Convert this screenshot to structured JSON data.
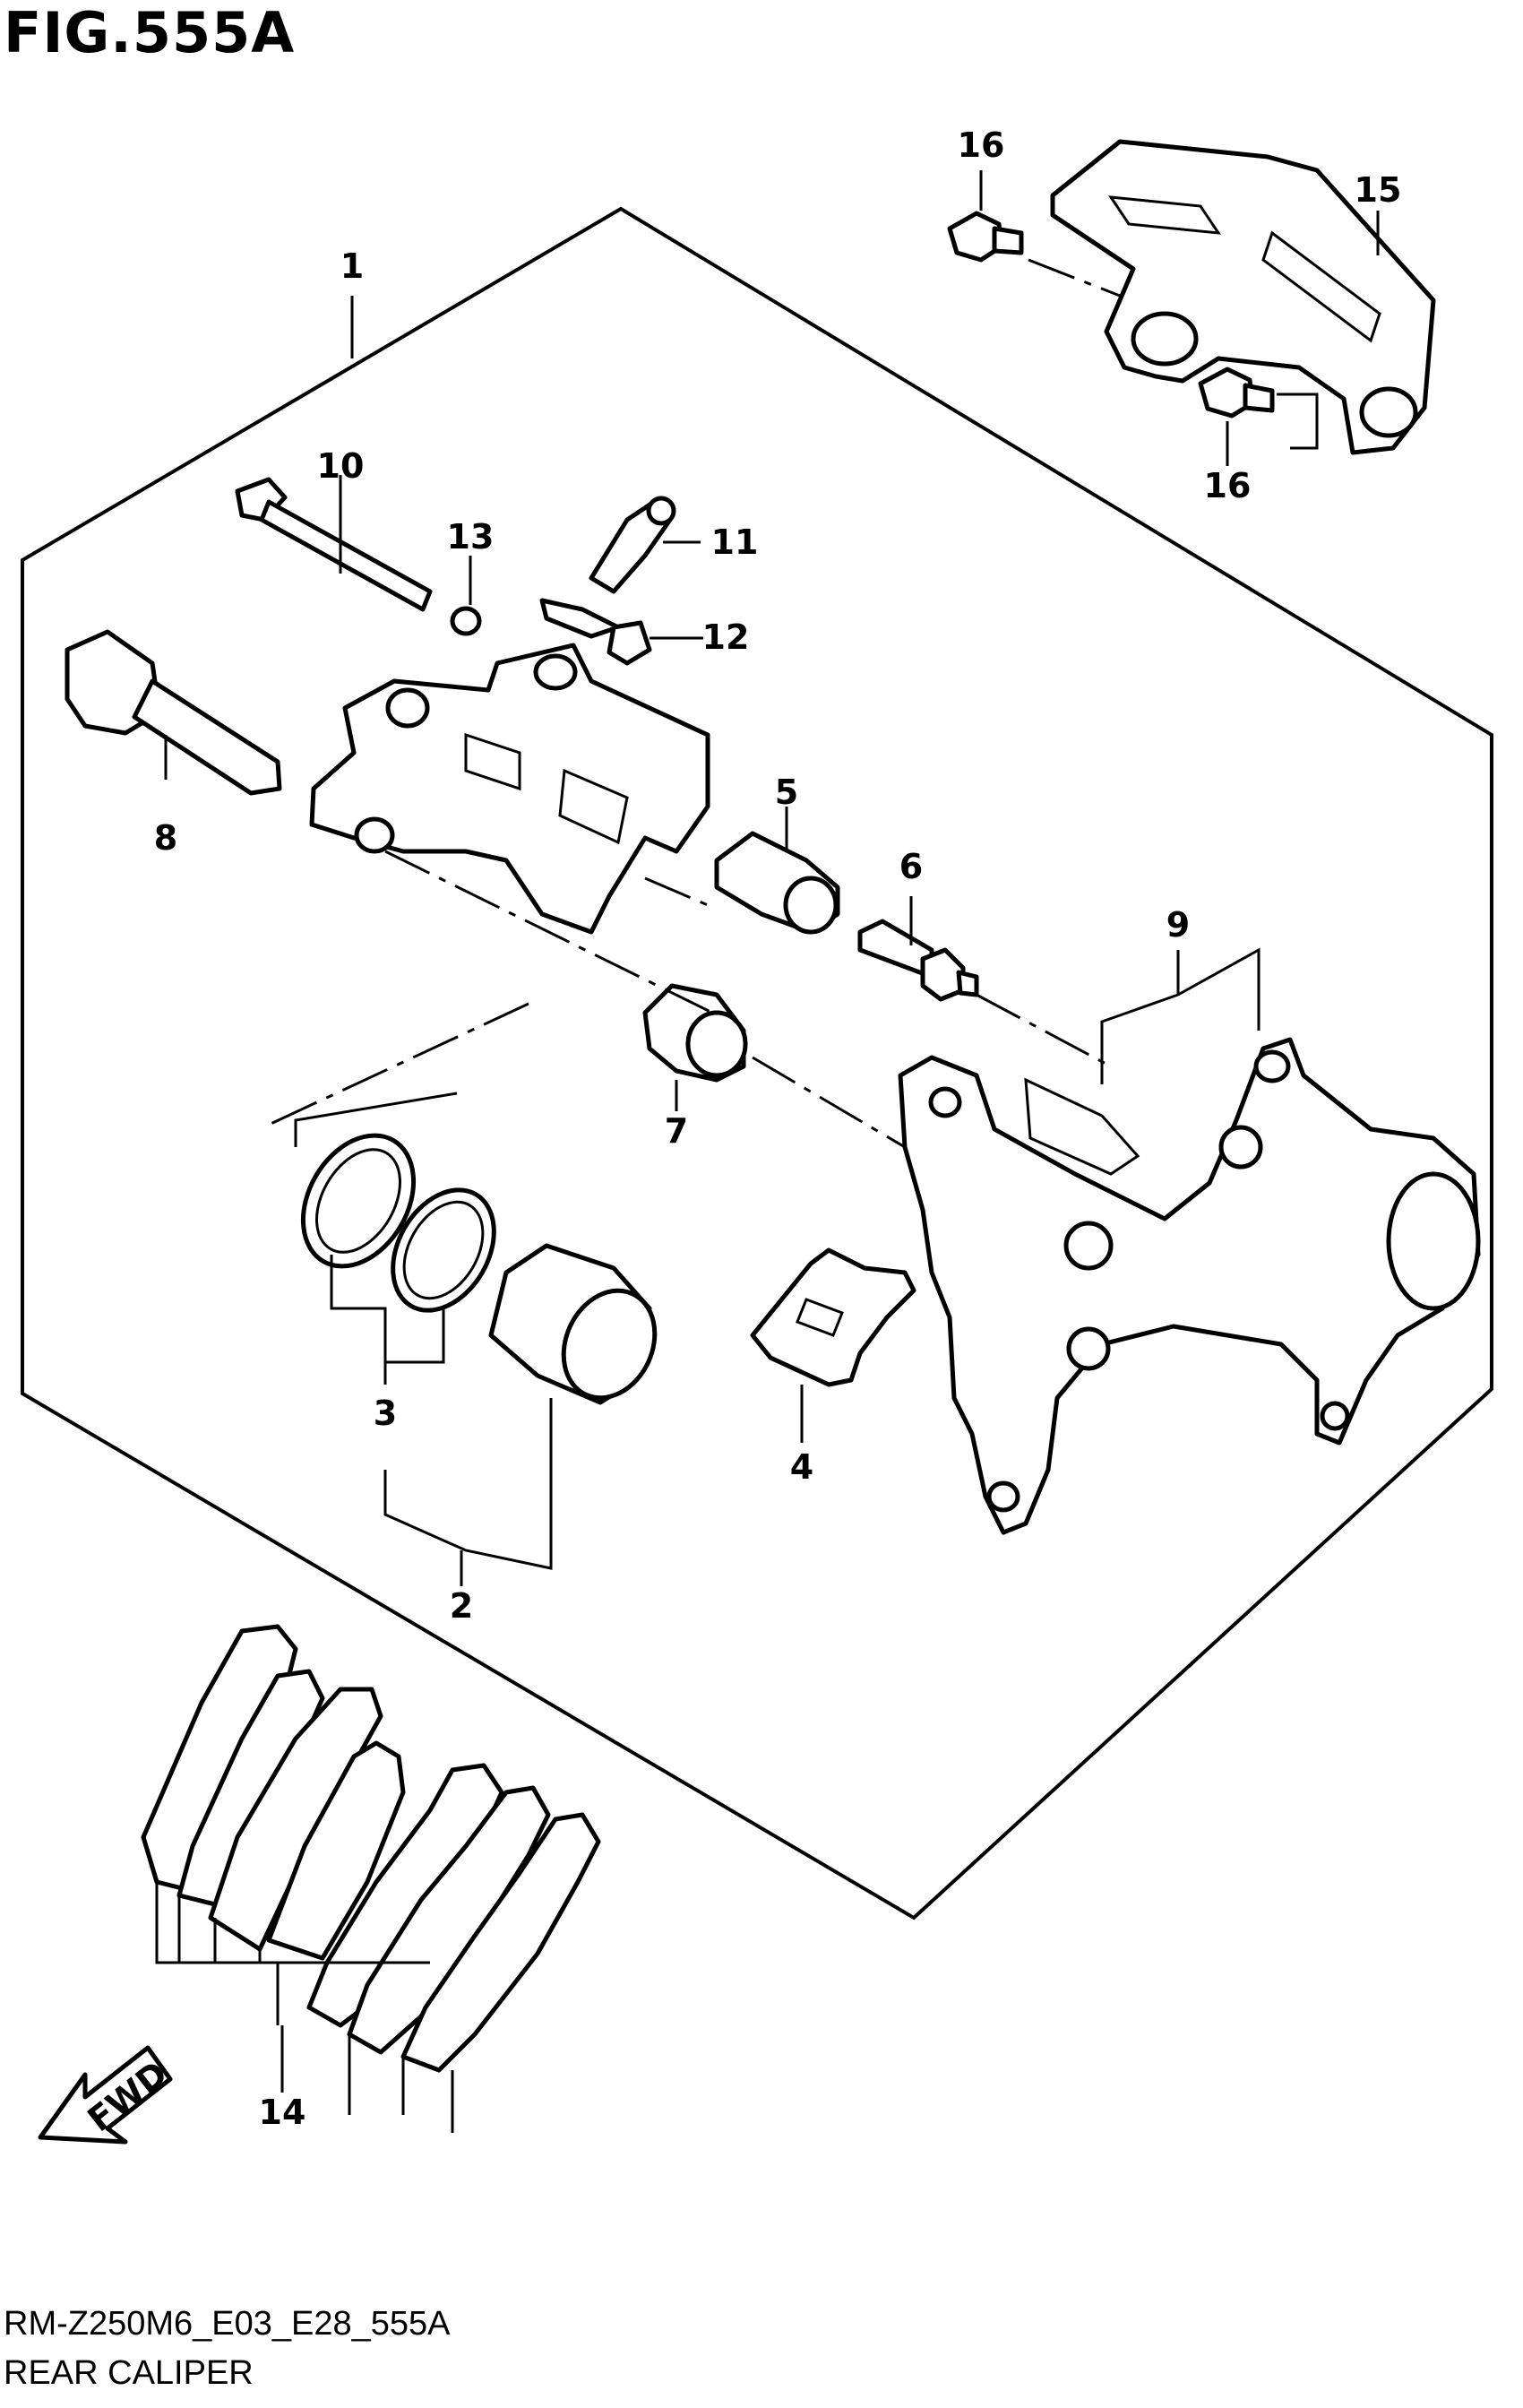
{
  "figure": {
    "title": "FIG.555A",
    "code": "RM-Z250M6_E03_E28_555A",
    "name": "REAR CALIPER"
  },
  "callouts": {
    "c1": "1",
    "c2": "2",
    "c3": "3",
    "c4": "4",
    "c5": "5",
    "c6": "6",
    "c7": "7",
    "c8": "8",
    "c9": "9",
    "c10": "10",
    "c11": "11",
    "c12": "12",
    "c13": "13",
    "c14": "14",
    "c15": "15",
    "c16a": "16",
    "c16b": "16"
  },
  "direction_marker": {
    "label": "FWD",
    "icon": "arrow-down-left-icon"
  }
}
